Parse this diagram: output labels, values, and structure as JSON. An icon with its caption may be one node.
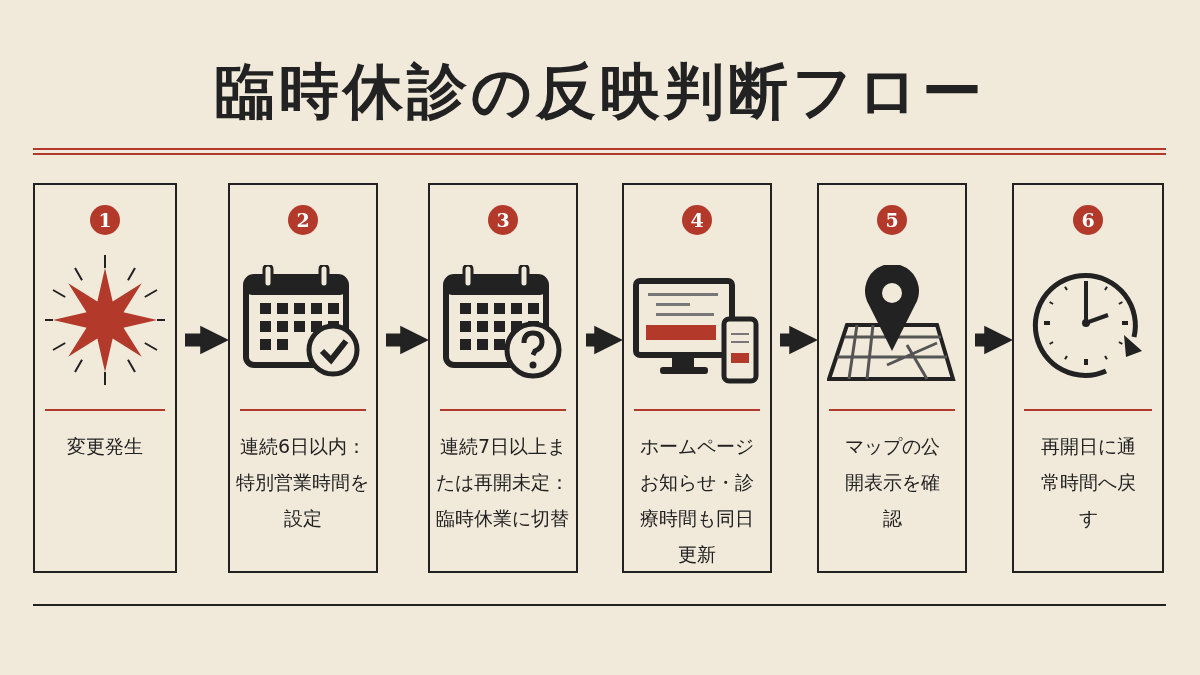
{
  "diagram": {
    "title": "臨時休診の反映判断フロー",
    "nodes": [
      {
        "text": [
          "1",
          "変更発生"
        ]
      },
      {
        "text": [
          "2",
          "連続6日以内：特別営業時間を設定"
        ]
      },
      {
        "text": [
          "3",
          "連続7日以上または再開未定：臨時休業に切替"
        ]
      },
      {
        "text": [
          "4",
          "ホームページお知らせ・診療時間も同日更新"
        ]
      },
      {
        "text": [
          "5",
          "マップの公開表示を確認"
        ]
      },
      {
        "text": [
          "6",
          "再開日に通常時間へ戻す"
        ]
      }
    ],
    "edges": [
      {
        "from": 0,
        "to": 1,
        "arrow": "to"
      },
      {
        "from": 1,
        "to": 2,
        "arrow": "to"
      },
      {
        "from": 2,
        "to": 3,
        "arrow": "to"
      },
      {
        "from": 3,
        "to": 4,
        "arrow": "to"
      },
      {
        "from": 4,
        "to": 5,
        "arrow": "to"
      }
    ]
  }
}
